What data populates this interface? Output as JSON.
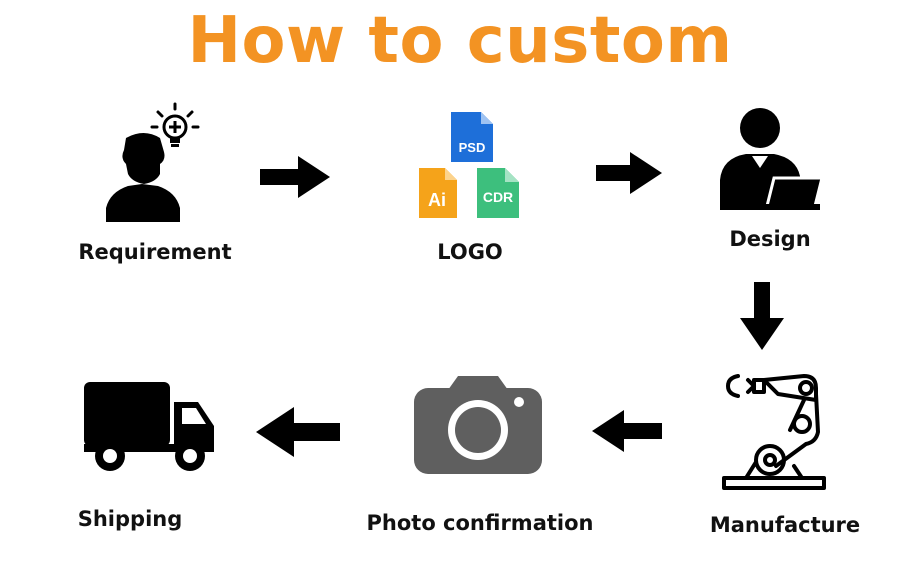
{
  "title": "How to custom",
  "steps": [
    {
      "label": "Requirement",
      "icon": "person-idea-icon"
    },
    {
      "label": "LOGO",
      "icon": "logo-files-icon"
    },
    {
      "label": "Design",
      "icon": "designer-laptop-icon"
    },
    {
      "label": "Manufacture",
      "icon": "robot-arm-icon"
    },
    {
      "label": "Photo confirmation",
      "icon": "camera-icon"
    },
    {
      "label": "Shipping",
      "icon": "truck-icon"
    }
  ],
  "file_types": {
    "psd": "PSD",
    "ai": "Ai",
    "cdr": "CDR"
  },
  "colors": {
    "title": "#f39323",
    "psd": "#1e6fd9",
    "ai": "#f5a31a",
    "cdr": "#3dbf7d",
    "camera": "#5f5f5f",
    "icon": "#000000"
  }
}
